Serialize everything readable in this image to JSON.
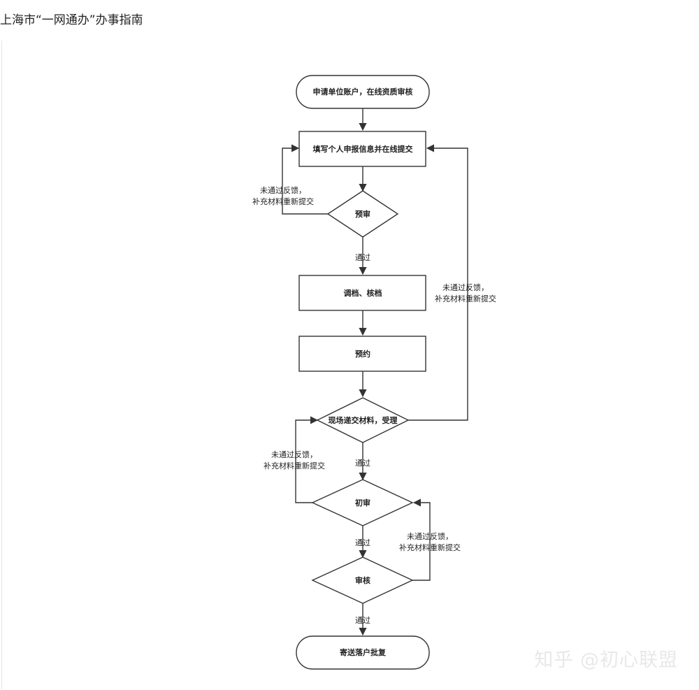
{
  "page": {
    "title": "上海市“一网通办”办事指南",
    "watermark": "知乎 @初心联盟"
  },
  "diagram": {
    "nodes": {
      "apply": "申请单位账户，在线资质审核",
      "fill_submit": "填写个人申报信息并在线提交",
      "pre_review": "预审",
      "transfer_check": "调档、核档",
      "appointment": "预约",
      "onsite_submit": "现场递交材料，受理",
      "first_review": "初审",
      "audit": "审核",
      "mail_approval": "寄送落户批复"
    },
    "edge_labels": {
      "pass": "通过",
      "fail_line1": "未通过反馈，",
      "fail_line2": "补充材料重新提交"
    }
  }
}
